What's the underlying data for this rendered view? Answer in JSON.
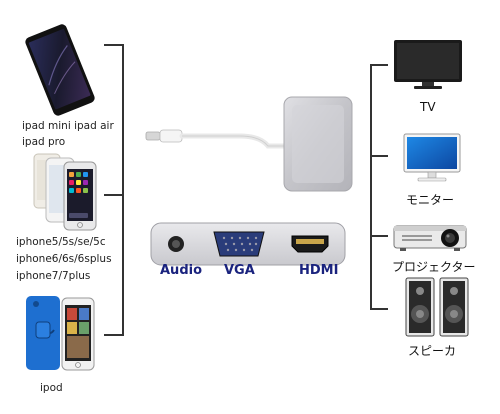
{
  "left_devices": [
    {
      "id": "ipad",
      "lines": [
        "ipad mini  ipad air",
        "ipad pro"
      ],
      "icon": "ipad-icon"
    },
    {
      "id": "iphone",
      "lines": [
        "iphone5/5s/se/5c",
        "iphone6/6s/6splus",
        "iphone7/7plus"
      ],
      "icon": "iphone-icon"
    },
    {
      "id": "ipod",
      "lines": [
        "ipod"
      ],
      "icon": "ipod-icon"
    }
  ],
  "ports": {
    "audio": "Audio",
    "vga": "VGA",
    "hdmi": "HDMI"
  },
  "right_devices": [
    {
      "id": "tv",
      "label": "TV",
      "icon": "tv-icon"
    },
    {
      "id": "monitor",
      "label": "モニター",
      "icon": "monitor-icon"
    },
    {
      "id": "projector",
      "label": "プロジェクター",
      "icon": "projector-icon"
    },
    {
      "id": "speaker",
      "label": "スピーカ",
      "icon": "speaker-icon"
    }
  ],
  "colors": {
    "line": "#333333",
    "port_label": "#1a237e",
    "adapter": "#c8c8cc",
    "ipod_blue": "#1e6fd0"
  }
}
